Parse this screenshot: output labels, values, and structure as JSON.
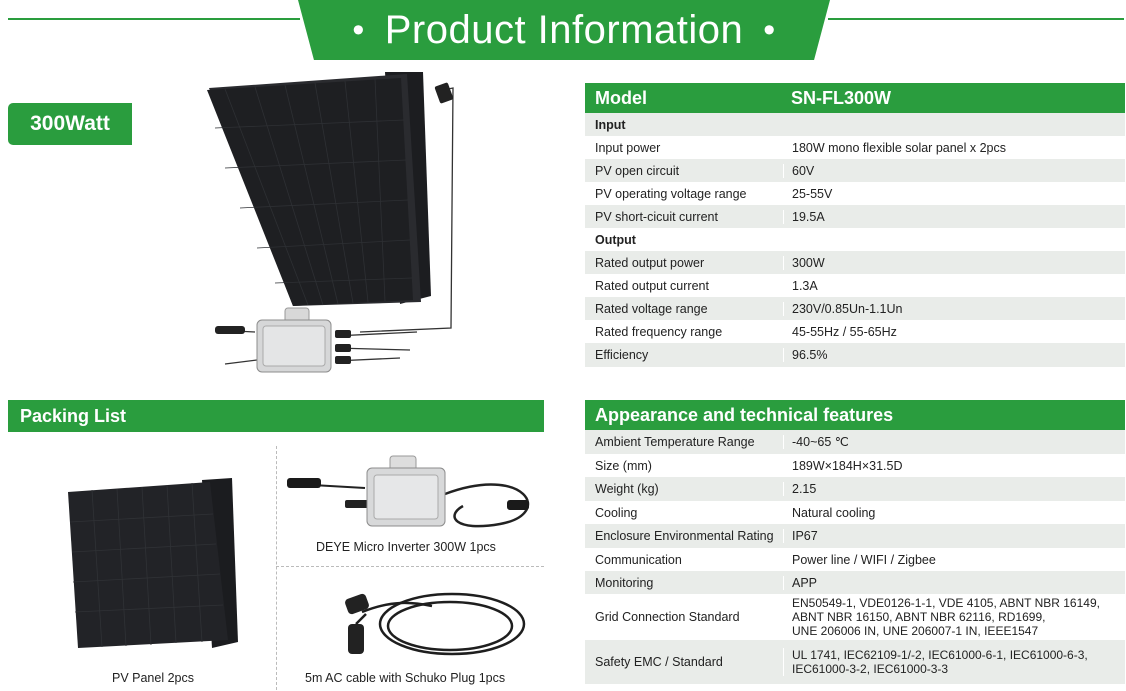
{
  "header": {
    "title": "Product Information",
    "bullet": "•"
  },
  "badge": "300Watt",
  "model_table": {
    "head_label": "Model",
    "head_value": "SN-FL300W",
    "rows": [
      {
        "label": "Input",
        "value": "",
        "section": true
      },
      {
        "label": "Input power",
        "value": "180W mono flexible solar panel x 2pcs"
      },
      {
        "label": "PV open circuit",
        "value": "60V"
      },
      {
        "label": "PV operating voltage range",
        "value": "25-55V"
      },
      {
        "label": "PV short-cicuit current",
        "value": "19.5A"
      },
      {
        "label": "Output",
        "value": "",
        "section": true
      },
      {
        "label": "Rated output power",
        "value": "300W"
      },
      {
        "label": "Rated output current",
        "value": "1.3A"
      },
      {
        "label": "Rated voltage range",
        "value": "230V/0.85Un-1.1Un"
      },
      {
        "label": "Rated frequency range",
        "value": "45-55Hz / 55-65Hz"
      },
      {
        "label": "Efficiency",
        "value": "96.5%"
      }
    ]
  },
  "features_table": {
    "title": "Appearance and technical features",
    "rows": [
      {
        "label": "Ambient Temperature Range",
        "value": " -40~65 ℃"
      },
      {
        "label": "Size (mm)",
        "value": "189W×184H×31.5D"
      },
      {
        "label": "Weight (kg)",
        "value": "2.15"
      },
      {
        "label": "Cooling",
        "value": "Natural cooling"
      },
      {
        "label": "Enclosure Environmental Rating",
        "value": "IP67"
      },
      {
        "label": "Communication",
        "value": "Power line / WIFI / Zigbee"
      },
      {
        "label": "Monitoring",
        "value": "APP"
      },
      {
        "label": "Grid Connection Standard",
        "value": "EN50549-1, VDE0126-1-1, VDE 4105, ABNT NBR 16149,\nABNT NBR 16150, ABNT NBR 62116, RD1699,\nUNE 206006 IN, UNE 206007-1 IN, IEEE1547"
      },
      {
        "label": "Safety EMC / Standard",
        "value": "UL 1741, IEC62109-1/-2, IEC61000-6-1, IEC61000-6-3,\nIEC61000-3-2, IEC61000-3-3"
      }
    ]
  },
  "packing": {
    "title": "Packing List",
    "items": {
      "panel": "PV Panel 2pcs",
      "inverter": "DEYE Micro Inverter 300W 1pcs",
      "cable": "5m AC cable with Schuko Plug 1pcs"
    }
  },
  "colors": {
    "accent": "#2a9d3e",
    "row_alt": "#e9ece9"
  }
}
